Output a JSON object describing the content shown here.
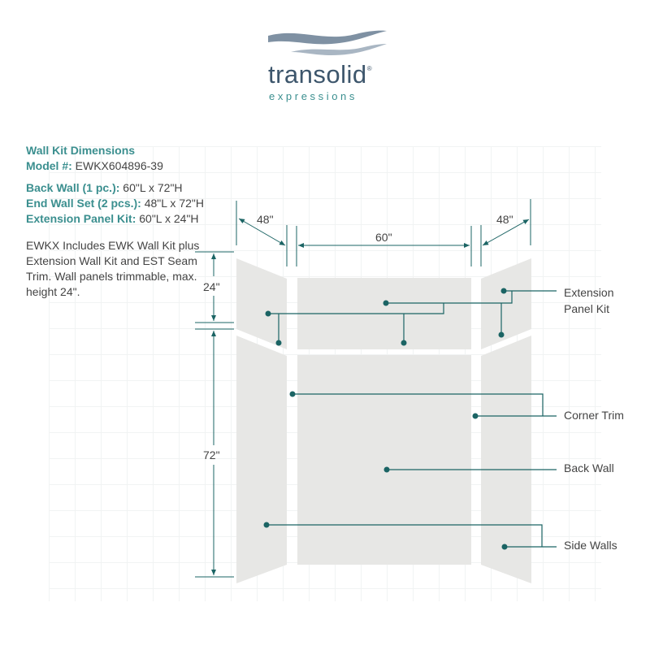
{
  "logo": {
    "brand": "transolid",
    "registered": "®",
    "tagline": "expressions"
  },
  "specs": {
    "title": "Wall Kit Dimensions",
    "model_label": "Model #:",
    "model_value": "EWKX604896-39",
    "back_wall_label": "Back Wall (1 pc.):",
    "back_wall_value": "60\"L x 72\"H",
    "end_wall_label": "End Wall Set (2 pcs.):",
    "end_wall_value": "48\"L x 72\"H",
    "extension_label": "Extension Panel Kit:",
    "extension_value": "60\"L x 24\"H",
    "description": "EWKX Includes EWK Wall Kit plus Extension Wall Kit and EST Seam Trim. Wall panels trimmable, max. height 24\"."
  },
  "dimensions": {
    "left_width": "48\"",
    "back_width": "60\"",
    "right_width": "48\"",
    "extension_height": "24\"",
    "wall_height": "72\""
  },
  "callouts": {
    "extension_line1": "Extension",
    "extension_line2": "Panel Kit",
    "corner_trim": "Corner Trim",
    "back_wall": "Back Wall",
    "side_walls": "Side Walls"
  },
  "colors": {
    "teal": "#3b8f8f",
    "line": "#1b6464",
    "panel": "#e7e7e5"
  }
}
